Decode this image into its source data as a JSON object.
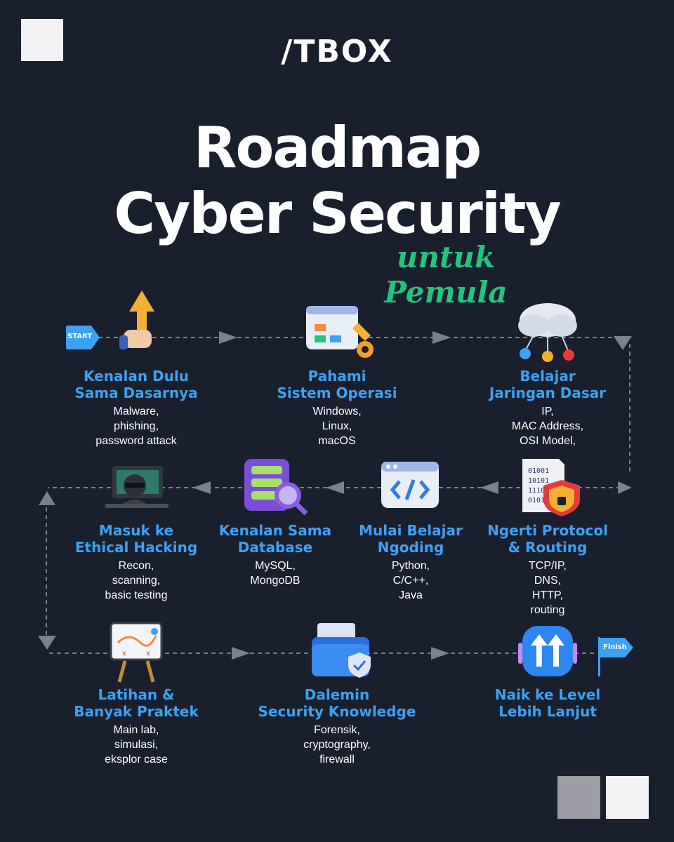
{
  "brand": {
    "logo_text": "/TBOX"
  },
  "header": {
    "title_line1": "Roadmap",
    "title_line2": "Cyber Security",
    "subtitle": "untuk Pemula"
  },
  "flags": {
    "start": "START",
    "finish": "Finish"
  },
  "steps": [
    {
      "title": "Kenalan Dulu\nSama Dasarnya",
      "desc": "Malware,\nphishing,\npassword attack",
      "icon": "pointing-hand-icon"
    },
    {
      "title": "Pahami\nSistem Operasi",
      "desc": "Windows,\nLinux,\nmacOS",
      "icon": "system-tools-icon"
    },
    {
      "title": "Belajar\nJaringan Dasar",
      "desc": "IP,\nMAC Address,\nOSI Model,",
      "icon": "cloud-network-icon"
    },
    {
      "title": "Ngerti Protocol\n& Routing",
      "desc": "TCP/IP,\nDNS,\nHTTP,\nrouting",
      "icon": "binary-shield-icon"
    },
    {
      "title": "Mulai Belajar\nNgoding",
      "desc": "Python,\nC/C++,\nJava",
      "icon": "code-window-icon"
    },
    {
      "title": "Kenalan Sama\nDatabase",
      "desc": "MySQL,\nMongoDB",
      "icon": "database-search-icon"
    },
    {
      "title": "Masuk ke\nEthical Hacking",
      "desc": "Recon,\nscanning,\nbasic testing",
      "icon": "hacker-laptop-icon"
    },
    {
      "title": "Latihan &\nBanyak Praktek",
      "desc": "Main lab,\nsimulasi,\neksplor case",
      "icon": "strategy-board-icon"
    },
    {
      "title": "Dalemin\nSecurity Knowledge",
      "desc": "Forensik,\ncryptography,\nfirewall",
      "icon": "secure-folder-icon"
    },
    {
      "title": "Naik ke Level\nLebih Lanjut",
      "desc": "",
      "icon": "level-up-arrows-icon"
    }
  ],
  "colors": {
    "background": "#1a1f2e",
    "step_title": "#3da2f2",
    "accent_green": "#23c47e",
    "flag_blue": "#3da2f2",
    "path_line": "#7c8090"
  }
}
